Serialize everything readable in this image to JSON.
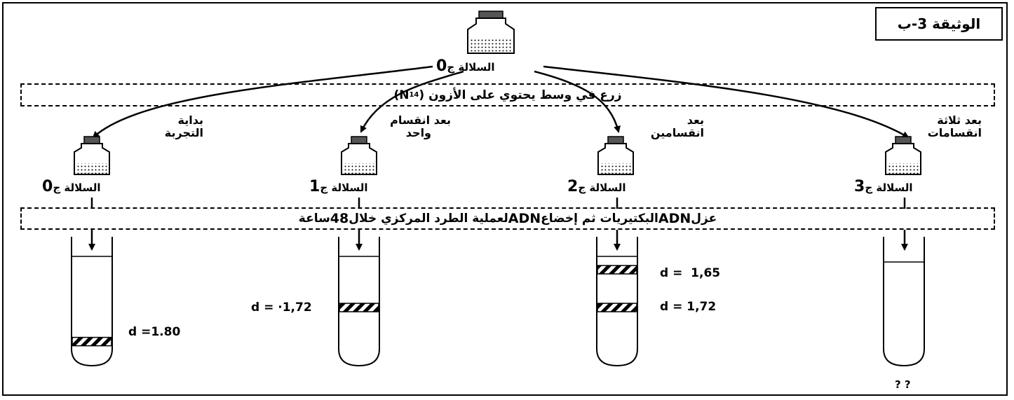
{
  "document_title": "الوثيقة 3-ب",
  "source_strain": {
    "label": "السلالة ج",
    "number": "0"
  },
  "medium_box": {
    "text_before": "زرع في وسط يحتوي على الأزون (",
    "isotope_mass": "14",
    "isotope_symbol": "N",
    "text_after": ")"
  },
  "branches": [
    {
      "time_label": [
        "بداية",
        "التجربة"
      ],
      "strain_label": "السلالة ج",
      "strain_number": "0",
      "density_labels": [
        "d =1.80"
      ],
      "band_positions": [
        0.82
      ]
    },
    {
      "time_label": [
        "بعد انقسام",
        "واحد"
      ],
      "strain_label": "السلالة ج",
      "strain_number": "1",
      "density_labels": [
        "d = ·1,72"
      ],
      "band_positions": [
        0.55
      ]
    },
    {
      "time_label": [
        "بعد",
        "انقسامين"
      ],
      "strain_label": "السلالة ج",
      "strain_number": "2",
      "density_labels": [
        "d =  1,65",
        "d = 1,72"
      ],
      "band_positions": [
        0.25,
        0.55
      ]
    },
    {
      "time_label": [
        "بعد ثلاثة",
        "انقسامات"
      ],
      "strain_label": "السلالة ج",
      "strain_number": "3",
      "density_labels": [],
      "band_positions": []
    }
  ],
  "centrifuge_box": {
    "part1": "عزل ",
    "adn1": "ADN",
    "part2": " البكتيريات ثم إخضاع ",
    "adn2": "ADN",
    "part3": " لعملية الطرد المركزي خلال ",
    "hours": "48",
    "part4": " ساعة"
  },
  "unknown_mark": "? ?"
}
